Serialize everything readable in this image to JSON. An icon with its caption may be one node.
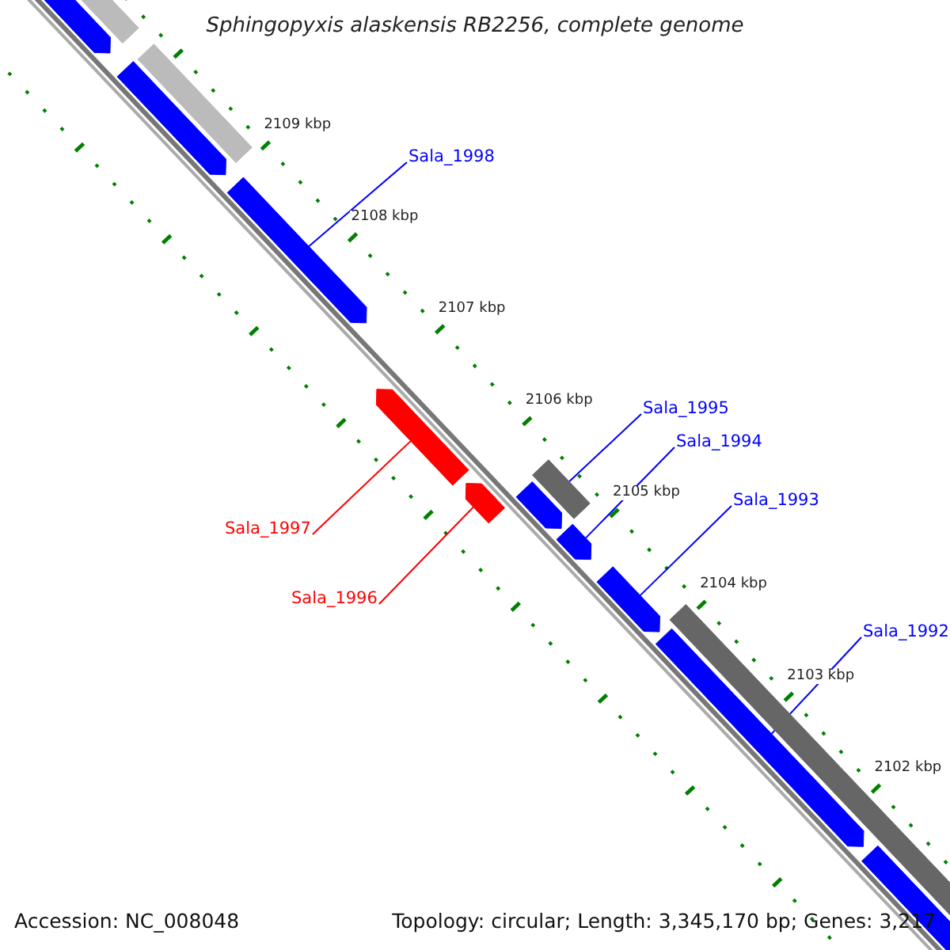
{
  "diagram": {
    "title": "Sphingopyxis alaskensis RB2256, complete genome",
    "nodes": [
      {
        "text": [
          "Sala_1998"
        ]
      },
      {
        "text": [
          "Sala_1995"
        ]
      },
      {
        "text": [
          "Sala_1994"
        ]
      },
      {
        "text": [
          "Sala_1993"
        ]
      },
      {
        "text": [
          "Sala_1997"
        ]
      },
      {
        "text": [
          "Sala_1996"
        ]
      },
      {
        "text": [
          "Sala_1992"
        ]
      },
      {
        "text": [],
        "shape": "arrow"
      },
      {
        "text": [],
        "shape": "bar"
      },
      {
        "text": [],
        "shape": "arrow"
      },
      {
        "text": [],
        "shape": "bar"
      },
      {
        "text": [],
        "shape": "arrow"
      },
      {
        "text": [],
        "shape": "arrow"
      },
      {
        "text": [],
        "shape": "arrow"
      },
      {
        "text": [],
        "shape": "bar"
      },
      {
        "text": [],
        "shape": "arrow"
      },
      {
        "text": [],
        "shape": "arrow"
      },
      {
        "text": [],
        "shape": "arrow"
      },
      {
        "text": [],
        "shape": "bar"
      },
      {
        "text": [],
        "shape": "arrow"
      },
      {
        "text": [],
        "shape": "arrow"
      }
    ],
    "edges": [
      {
        "from": 0,
        "to": 11,
        "arrow": "none"
      },
      {
        "from": 1,
        "to": 14,
        "arrow": "none"
      },
      {
        "from": 2,
        "to": 16,
        "arrow": "none"
      },
      {
        "from": 3,
        "to": 17,
        "arrow": "none"
      },
      {
        "from": 4,
        "to": 12,
        "arrow": "none",
        "color": "#ff0000"
      },
      {
        "from": 5,
        "to": 13,
        "arrow": "none",
        "color": "#ff0000"
      },
      {
        "from": 6,
        "to": 19,
        "arrow": "none"
      }
    ],
    "labels": [
      "2109 kbp",
      "2108 kbp",
      "2107 kbp",
      "2106 kbp",
      "2105 kbp",
      "2104 kbp",
      "2103 kbp",
      "2102 kbp",
      "Accession: NC_008048",
      "Topology: circular; Length: 3,345,170 bp; Genes: 3,217"
    ]
  }
}
